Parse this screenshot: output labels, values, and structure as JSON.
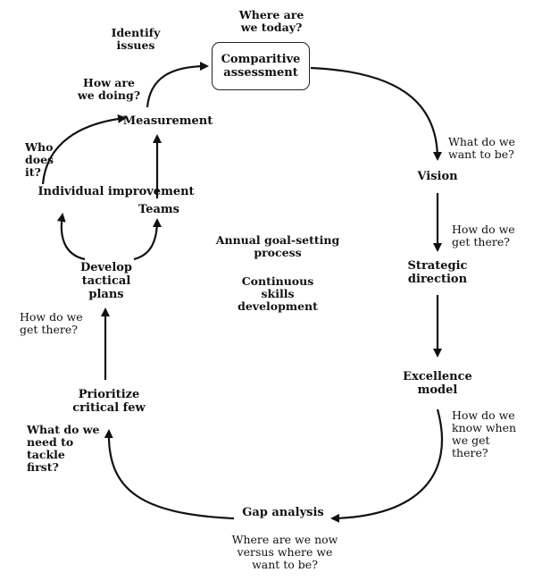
{
  "nodes": {
    "comparative_assessment": "Comparitive\nassessment",
    "vision": "Vision",
    "strategic_direction": "Strategic\ndirection",
    "excellence_model": "Excellence\nmodel",
    "gap_analysis": "Gap analysis",
    "prioritize": "Prioritize\ncritical few",
    "develop_plans": "Develop\ntactical\nplans",
    "individual_improvement": "Individual improvement",
    "teams": "Teams",
    "measurement": "Measurement"
  },
  "questions": {
    "where_today": "Where are\nwe today?",
    "identify_issues": "Identify\nissues",
    "how_doing": "How are\nwe doing?",
    "who_does_it": "Who\ndoes\nit?",
    "want_to_be": "What do we\nwant to be?",
    "get_there_right": "How do we\nget there?",
    "know_when": "How do we\nknow when\nwe get\nthere?",
    "gap_question": "Where are we now\nversus where we\nwant to be?",
    "tackle_first": "What do we\nneed to\ntackle\nfirst?",
    "get_there_left": "How do we\nget there?"
  },
  "center": {
    "annual": "Annual goal-setting\nprocess",
    "continuous": "Continuous\nskills\ndevelopment"
  },
  "colors": {
    "ink": "#111111",
    "background": "#ffffff"
  }
}
